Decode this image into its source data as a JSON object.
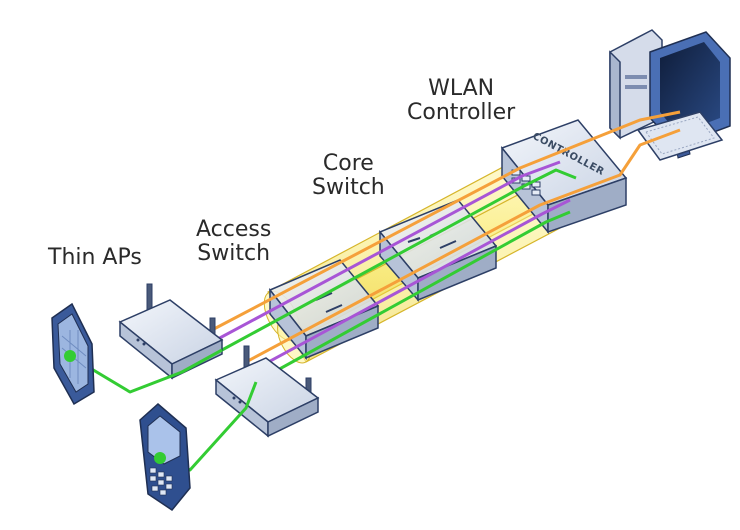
{
  "labels": {
    "thin_aps": "Thin APs",
    "access_switch": [
      "Access",
      "Switch"
    ],
    "core_switch": [
      "Core",
      "Switch"
    ],
    "wlan_controller": [
      "WLAN",
      "Controller"
    ],
    "controller_plate": "CONTROLLER"
  },
  "colors": {
    "green": "#33cc33",
    "orange": "#f5a03a",
    "purple": "#a855d6",
    "tunnel": "#f2e24a",
    "device_fill": "#dfe6f2",
    "device_stroke": "#2d3f66",
    "monitor": "#4a6fb5"
  },
  "icons": [
    "smartphone-icon",
    "blackberry-phone-icon",
    "access-point-icon",
    "network-switch-icon",
    "controller-appliance-icon",
    "desktop-computer-icon"
  ]
}
